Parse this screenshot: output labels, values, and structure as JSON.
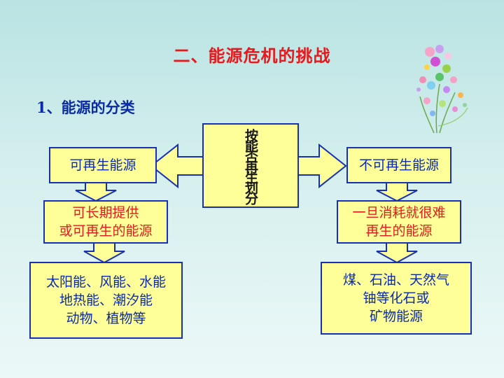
{
  "title": "二、能源危机的挑战",
  "subtitle": "1、能源的分类",
  "center_label": "按能否再生划分",
  "left": {
    "category": "可再生能源",
    "definition_line1": "可长期提供",
    "definition_line2": "或可再生的能源",
    "examples_line1": "太阳能、风能、水能",
    "examples_line2": "地热能、潮汐能",
    "examples_line3": "动物、植物等"
  },
  "right": {
    "category": "不可再生能源",
    "definition_line1": "一旦消耗就很难",
    "definition_line2": "再生的能源",
    "examples_line1": "煤、石油、天然气",
    "examples_line2": "铀等化石或",
    "examples_line3": "矿物能源"
  },
  "colors": {
    "background": "#c8eaea",
    "box_fill": "#ffff9a",
    "box_border": "#1631b8",
    "title_red": "#e8181c",
    "text_blue": "#0a2aa8"
  },
  "decoration": "flower-bouquet-icon"
}
